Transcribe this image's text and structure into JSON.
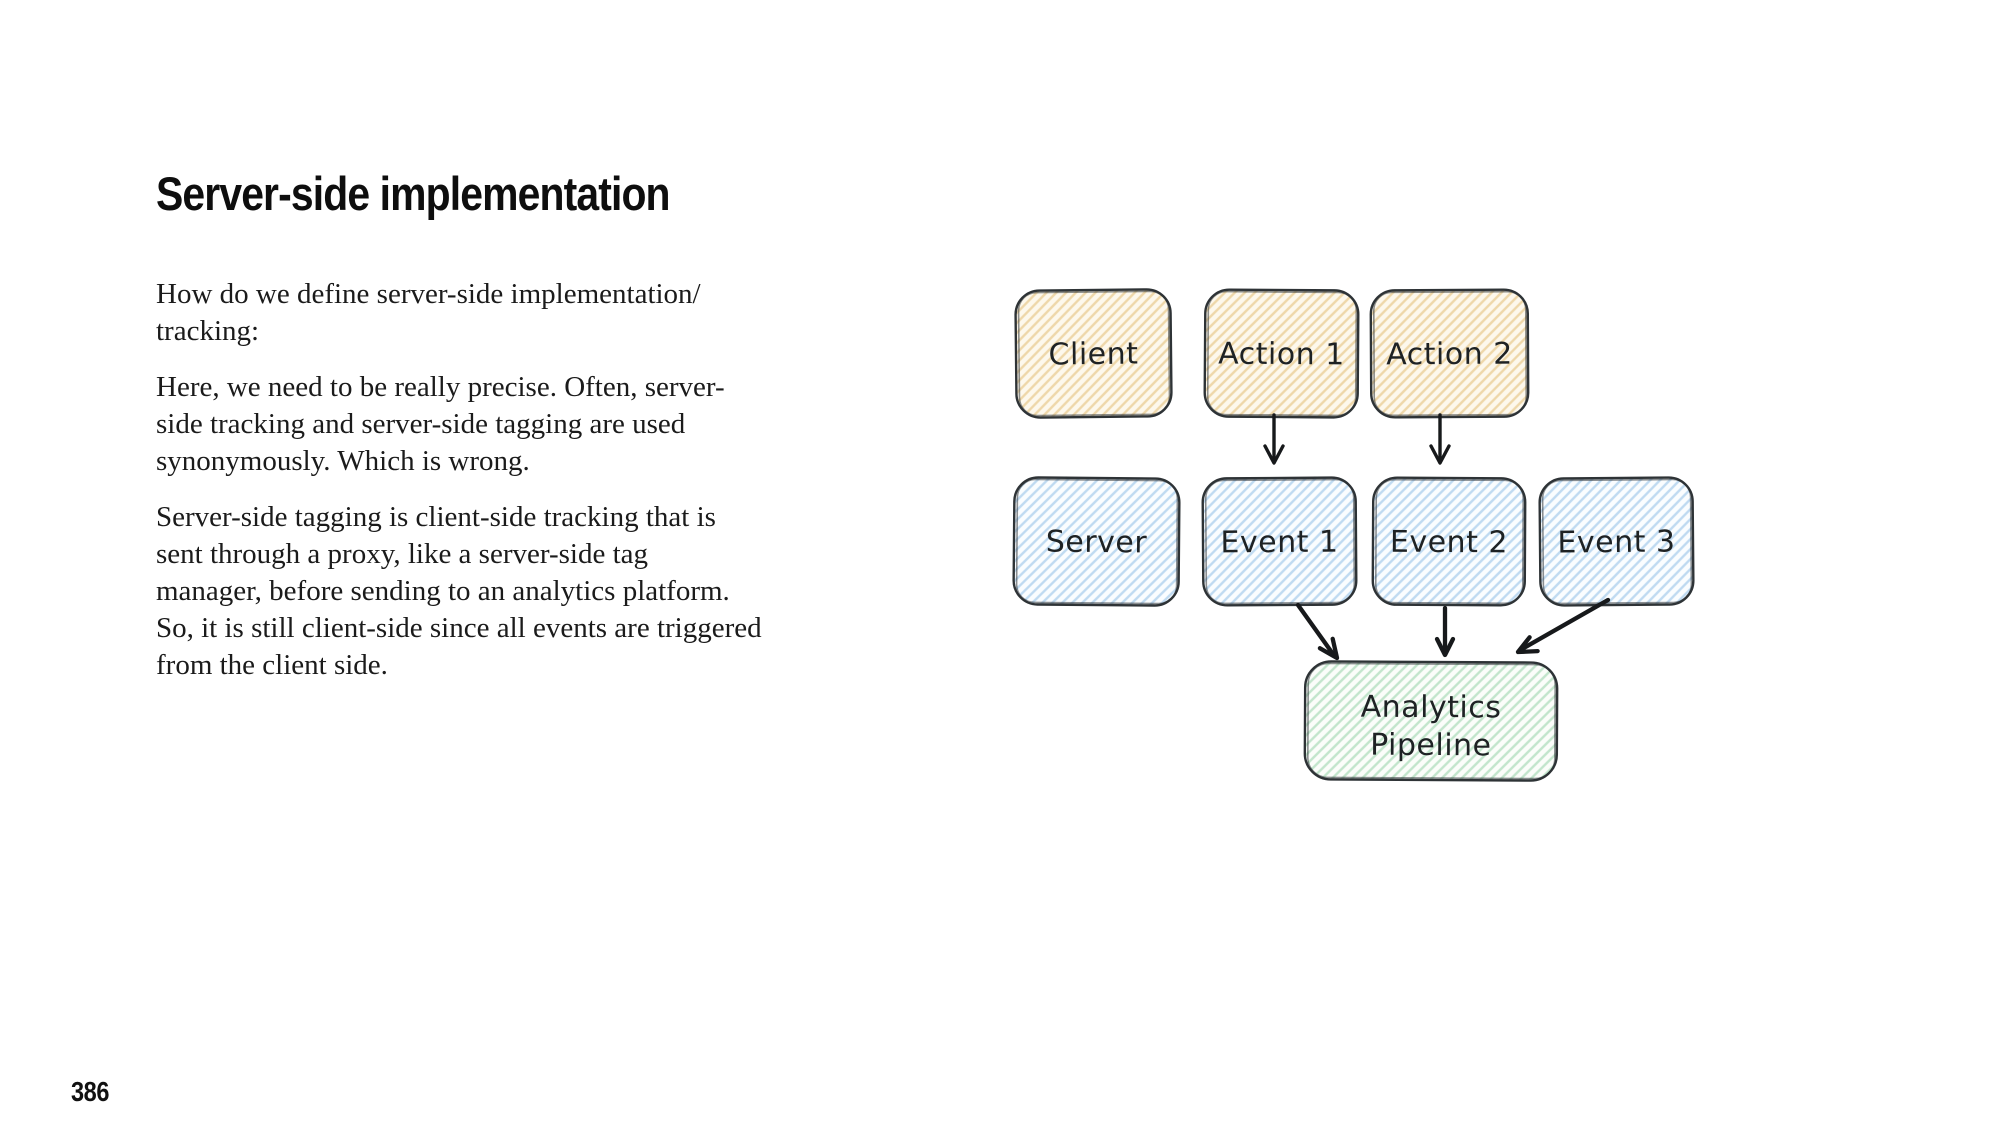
{
  "page": {
    "title": "Server-side implementation",
    "page_number": "386",
    "paragraphs": {
      "p1": "How do we define server-side implementation/\ntracking:",
      "p2": "Here, we need to be really precise. Often, server-\nside tracking and server-side tagging are used\nsynonymously. Which is wrong.",
      "p3": "Server-side tagging is client-side tracking that is\nsent through a proxy, like a server-side tag\nmanager, before sending to an analytics platform.\nSo, it is still client-side since all events are triggered\nfrom the client side."
    }
  },
  "diagram": {
    "nodes": [
      {
        "id": "client",
        "label": "Client",
        "row": "top",
        "fill_style": "tan"
      },
      {
        "id": "action1",
        "label": "Action 1",
        "row": "top",
        "fill_style": "tan"
      },
      {
        "id": "action2",
        "label": "Action 2",
        "row": "top",
        "fill_style": "tan"
      },
      {
        "id": "server",
        "label": "Server",
        "row": "middle",
        "fill_style": "blue"
      },
      {
        "id": "event1",
        "label": "Event 1",
        "row": "middle",
        "fill_style": "blue"
      },
      {
        "id": "event2",
        "label": "Event 2",
        "row": "middle",
        "fill_style": "blue"
      },
      {
        "id": "event3",
        "label": "Event 3",
        "row": "middle",
        "fill_style": "blue"
      }
    ],
    "analytics": {
      "id": "analytics-pipeline",
      "label": "Analytics Pipeline",
      "line1": "Analytics",
      "line2": "Pipeline",
      "fill_style": "green"
    },
    "edges": [
      {
        "from": "Action 1",
        "to": "Event 1"
      },
      {
        "from": "Action 2",
        "to": "Event 2"
      },
      {
        "from": "Event 1",
        "to": "Analytics Pipeline"
      },
      {
        "from": "Event 2",
        "to": "Analytics Pipeline"
      },
      {
        "from": "Event 3",
        "to": "Analytics Pipeline"
      }
    ],
    "colors": {
      "stroke": "#2e3336",
      "arrow": "#17191b",
      "tan_line": "#eed7a9",
      "tan_bg": "#fdf8ec",
      "blue_line": "#bfdaf1",
      "blue_bg": "#fafdff",
      "green_line": "#c2e5cc",
      "green_bg": "#fbfdfa"
    }
  }
}
